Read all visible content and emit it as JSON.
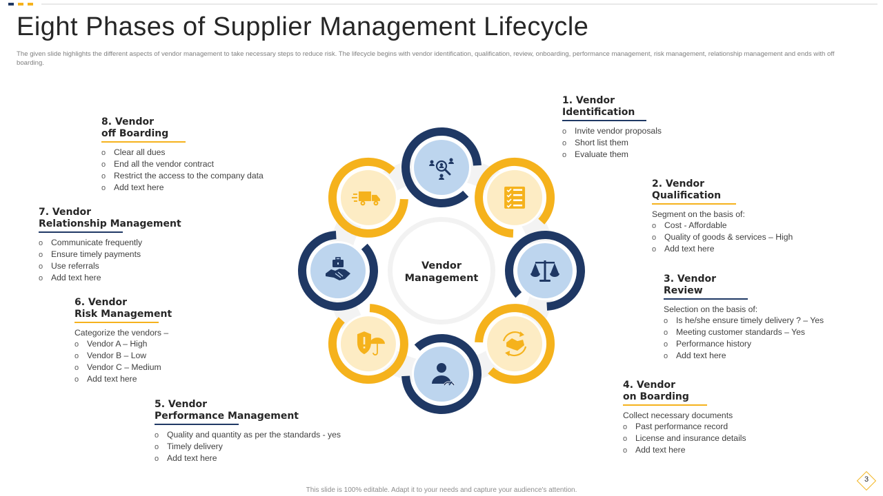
{
  "title": "Eight Phases of Supplier Management Lifecycle",
  "subtitle": "The given slide highlights the different aspects of vendor management to take necessary steps to reduce risk. The lifecycle begins with vendor identification, qualification, review, onboarding, performance management, risk management,  relationship management  and ends with off boarding.",
  "center_label": [
    "Vendor",
    "Management"
  ],
  "colors": {
    "navy": "#1f3864",
    "gold": "#f5b21c",
    "light_blue": "#bdd5ee",
    "light_gold": "#fdecc4",
    "icon_dark": "#1f3864",
    "icon_gold": "#f5b21c"
  },
  "phases": [
    {
      "id": 1,
      "head": [
        "1. Vendor",
        "Identification"
      ],
      "bar": "navy",
      "intro": "",
      "items": [
        "Invite vendor proposals",
        "Short list them",
        "Evaluate them"
      ],
      "icon": "people-search-icon"
    },
    {
      "id": 2,
      "head": [
        "2. Vendor",
        "Qualification"
      ],
      "bar": "gold",
      "intro": "Segment on the basis of:",
      "items": [
        "Cost - Affordable",
        "Quality of goods & services – High",
        "Add text here"
      ],
      "icon": "checklist-icon"
    },
    {
      "id": 3,
      "head": [
        "3. Vendor",
        "Review"
      ],
      "bar": "navy",
      "intro": "Selection on the basis of:",
      "items": [
        "Is he/she ensure timely delivery ? – Yes",
        "Meeting customer standards – Yes",
        "Performance  history",
        "Add text here"
      ],
      "icon": "balance-scale-icon"
    },
    {
      "id": 4,
      "head": [
        "4. Vendor",
        "on Boarding"
      ],
      "bar": "gold",
      "intro": "Collect necessary documents",
      "items": [
        "Past performance  record",
        "License and insurance details",
        "Add text here"
      ],
      "icon": "handshake-cycle-icon"
    },
    {
      "id": 5,
      "head": [
        "5. Vendor",
        "Performance Management"
      ],
      "bar": "navy",
      "intro": "",
      "items": [
        "Quality and quantity as per the standards   - yes",
        "Timely delivery",
        "Add text here"
      ],
      "icon": "person-gauge-icon"
    },
    {
      "id": 6,
      "head": [
        "6. Vendor",
        "Risk Management"
      ],
      "bar": "gold",
      "intro": "Categorize the vendors  –",
      "items": [
        "Vendor A – High",
        "Vendor B – Low",
        "Vendor C – Medium",
        "Add text here"
      ],
      "icon": "shield-umbrella-icon"
    },
    {
      "id": 7,
      "head": [
        "7. Vendor",
        "Relationship  Management"
      ],
      "bar": "navy",
      "intro": "",
      "items": [
        "Communicate frequently",
        "Ensure timely payments",
        "Use referrals",
        "Add text here"
      ],
      "icon": "handshake-briefcase-icon"
    },
    {
      "id": 8,
      "head": [
        "8. Vendor",
        "off Boarding"
      ],
      "bar": "gold",
      "intro": "",
      "items": [
        "Clear all dues",
        "End all the vendor  contract",
        "Restrict the access to the company data",
        "Add text here"
      ],
      "icon": "delivery-truck-icon"
    }
  ],
  "bullet": "o",
  "footer": "This slide is 100% editable.  Adapt it to your needs and capture your audience's attention.",
  "page_number": "3"
}
